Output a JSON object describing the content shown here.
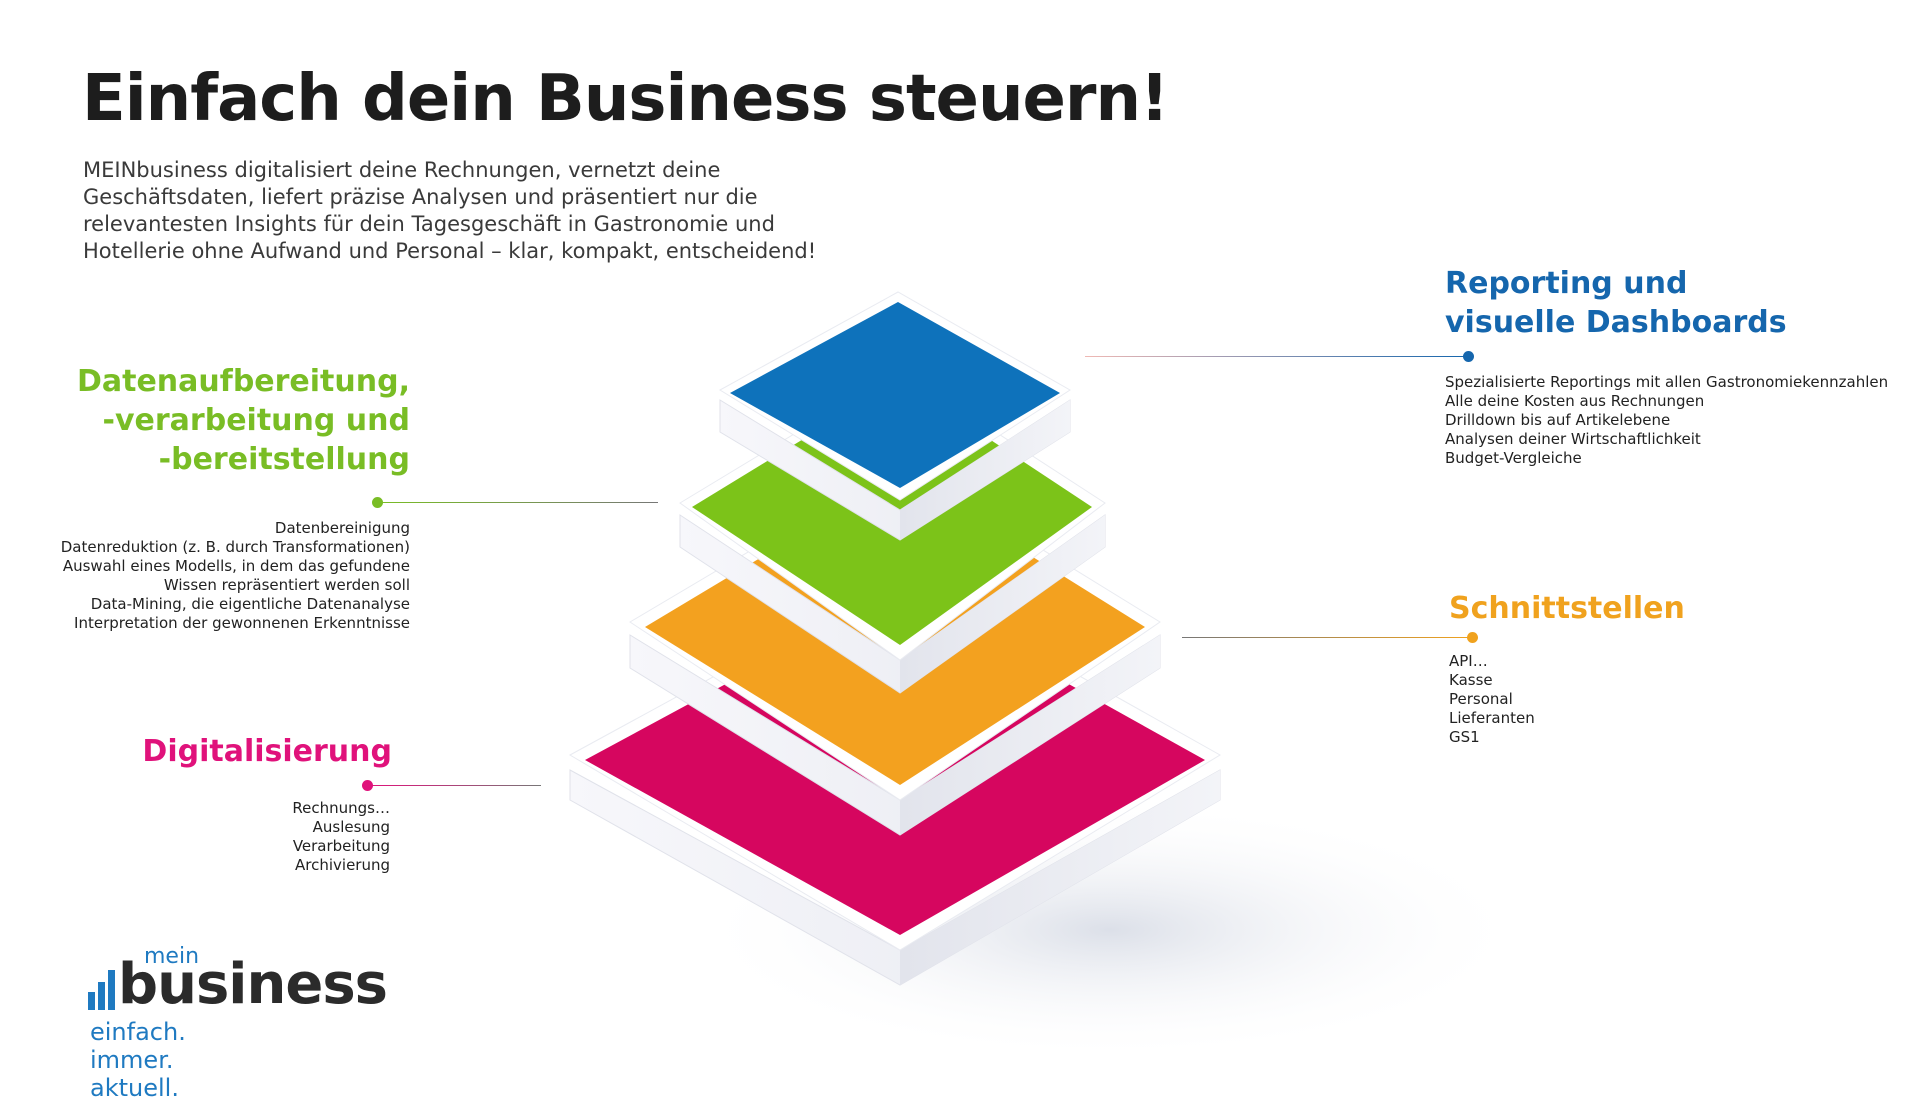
{
  "title": "Einfach dein Business steuern!",
  "intro": [
    "MEINbusiness digitalisiert deine Rechnungen, vernetzt deine",
    "Geschäftsdaten, liefert präzise Analysen und präsentiert nur die",
    "relevantesten Insights für dein Tagesgeschäft in Gastronomie und",
    "Hotellerie ohne Aufwand und Personal – klar, kompakt, entscheidend!"
  ],
  "colors": {
    "blue": "#0e72bb",
    "green": "#7cc319",
    "orange": "#f3a11f",
    "magenta": "#d6065f",
    "reporting_heading": "#1566ad",
    "datenaufbereitung_heading": "#79bd25",
    "schnittstellen_heading": "#f0a21e",
    "digitalisierung_heading": "#e0127b"
  },
  "reporting": {
    "heading": [
      "Reporting und",
      "visuelle Dashboards"
    ],
    "items": [
      "Spezialisierte Reportings mit allen Gastronomiekennzahlen",
      "Alle deine Kosten aus Rechnungen",
      "Drilldown bis auf Artikelebene",
      "Analysen deiner Wirtschaftlichkeit",
      "Budget-Vergleiche"
    ]
  },
  "datenaufbereitung": {
    "heading": [
      "Datenaufbereitung,",
      "-verarbeitung und",
      "-bereitstellung"
    ],
    "items": [
      "Datenbereinigung",
      "Datenreduktion (z. B. durch Transformationen)",
      "Auswahl eines Modells, in dem das gefundene",
      "Wissen repräsentiert werden soll",
      "Data-Mining, die eigentliche Datenanalyse",
      "Interpretation der gewonnenen Erkenntnisse"
    ]
  },
  "schnittstellen": {
    "heading": [
      "Schnittstellen"
    ],
    "items": [
      "API…",
      "Kasse",
      "Personal",
      "Lieferanten",
      "GS1"
    ]
  },
  "digitalisierung": {
    "heading": [
      "Digitalisierung"
    ],
    "items": [
      "Rechnungs…",
      "Auslesung",
      "Verarbeitung",
      "Archivierung"
    ]
  },
  "logo": {
    "mein": "mein",
    "word": "business",
    "claim": "einfach. immer. aktuell."
  }
}
